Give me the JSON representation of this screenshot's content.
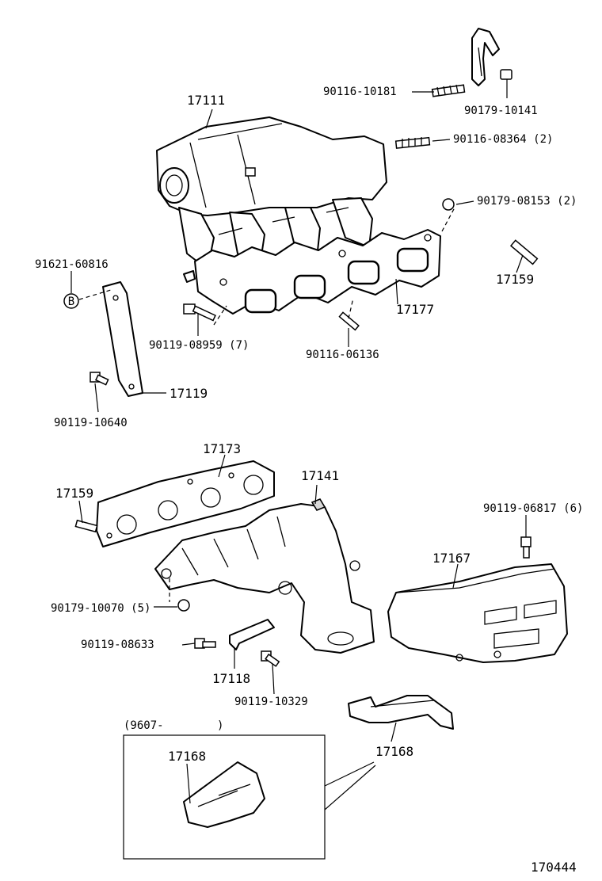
{
  "labels": {
    "p17111": "17111",
    "p90116_10181": "90116-10181",
    "p90179_10141": "90179-10141",
    "p90116_08364": "90116-08364 (2)",
    "p90179_08153": "90179-08153 (2)",
    "p91621_60816": "91621-60816",
    "badge_b": "B",
    "p17159_top": "17159",
    "p17177": "17177",
    "p90119_08959": "90119-08959 (7)",
    "p90116_06136": "90116-06136",
    "p17119": "17119",
    "p90119_10640": "90119-10640",
    "p17173": "17173",
    "p17141": "17141",
    "p17159_mid": "17159",
    "p90119_06817": "90119-06817 (6)",
    "p17167": "17167",
    "p90179_10070": "90179-10070 (5)",
    "p90119_08633": "90119-08633",
    "p17118": "17118",
    "p90119_10329": "90119-10329",
    "range": "(9607-        )",
    "p17168_box": "17168",
    "p17168": "17168",
    "figure_no": "170444"
  }
}
